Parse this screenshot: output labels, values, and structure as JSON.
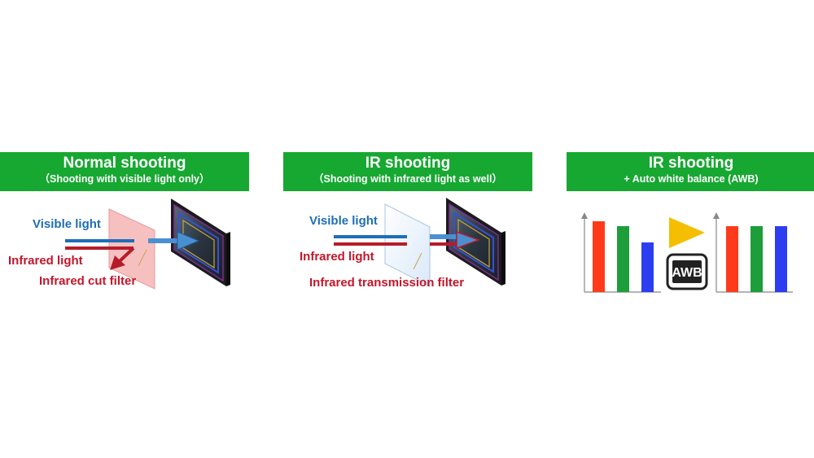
{
  "panels": [
    {
      "title": "Normal shooting",
      "subtitle": "（Shooting with visible light only）",
      "labels": {
        "visible": "Visible light",
        "infrared": "Infrared light",
        "filter": "Infrared cut filter"
      }
    },
    {
      "title": "IR shooting",
      "subtitle": "（Shooting with infrared light as well）",
      "labels": {
        "visible": "Visible light",
        "infrared": "Infrared light",
        "filter": "Infrared transmission filter"
      }
    },
    {
      "title": "IR shooting",
      "subtitle": "+ Auto white balance (AWB)",
      "awb_label": "AWB"
    }
  ],
  "colors": {
    "header": "#17a832",
    "visible": "#1f6db8",
    "infrared": "#c4162a",
    "bar_red": "#ff3a1a",
    "bar_green": "#1e9e3a",
    "bar_blue": "#2c3ef0",
    "play_triangle": "#f5be00"
  },
  "histograms": {
    "before": {
      "red": 0.95,
      "green": 0.88,
      "blue": 0.66
    },
    "after": {
      "red": 0.88,
      "green": 0.88,
      "blue": 0.88
    }
  }
}
